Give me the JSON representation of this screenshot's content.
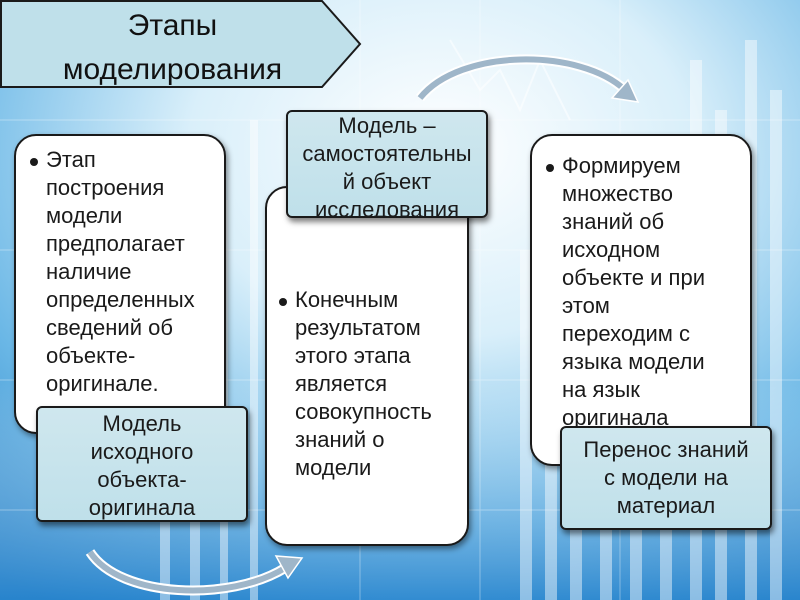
{
  "title": {
    "line1": "Этапы",
    "line2": "моделирования"
  },
  "card_left": {
    "lines": [
      "Этап",
      "построения",
      "модели",
      "предполагает",
      "наличие",
      "определенных",
      "сведений об",
      "объекте-",
      "оригинале."
    ]
  },
  "card_middle": {
    "lines": [
      "Конечным",
      "результатом",
      "этого этапа",
      "является",
      "совокупность",
      "знаний о",
      "модели"
    ]
  },
  "card_right": {
    "lines": [
      "Формируем",
      "множество",
      "знаний об",
      "исходном",
      "объекте и при",
      "этом",
      "переходим с",
      "языка модели",
      "на язык",
      "оригинала"
    ]
  },
  "label_left": {
    "lines": [
      "Модель",
      "исходного",
      "объекта-",
      "оригинала"
    ]
  },
  "label_middle": {
    "lines": [
      "Модель –",
      "самостоятельны",
      "й объект",
      "исследования"
    ]
  },
  "label_right": {
    "lines": [
      "Перенос знаний",
      "с модели на",
      "материал"
    ]
  },
  "colors": {
    "background_light": "#e9f6fc",
    "background_blue": "#2f8fd0",
    "label_fill": "#c6e3ec",
    "title_fill": "#bfe0ea",
    "arrow": "#2b6fa8"
  },
  "icons": [
    "curved-arrow-icon",
    "curved-arrow-icon"
  ]
}
